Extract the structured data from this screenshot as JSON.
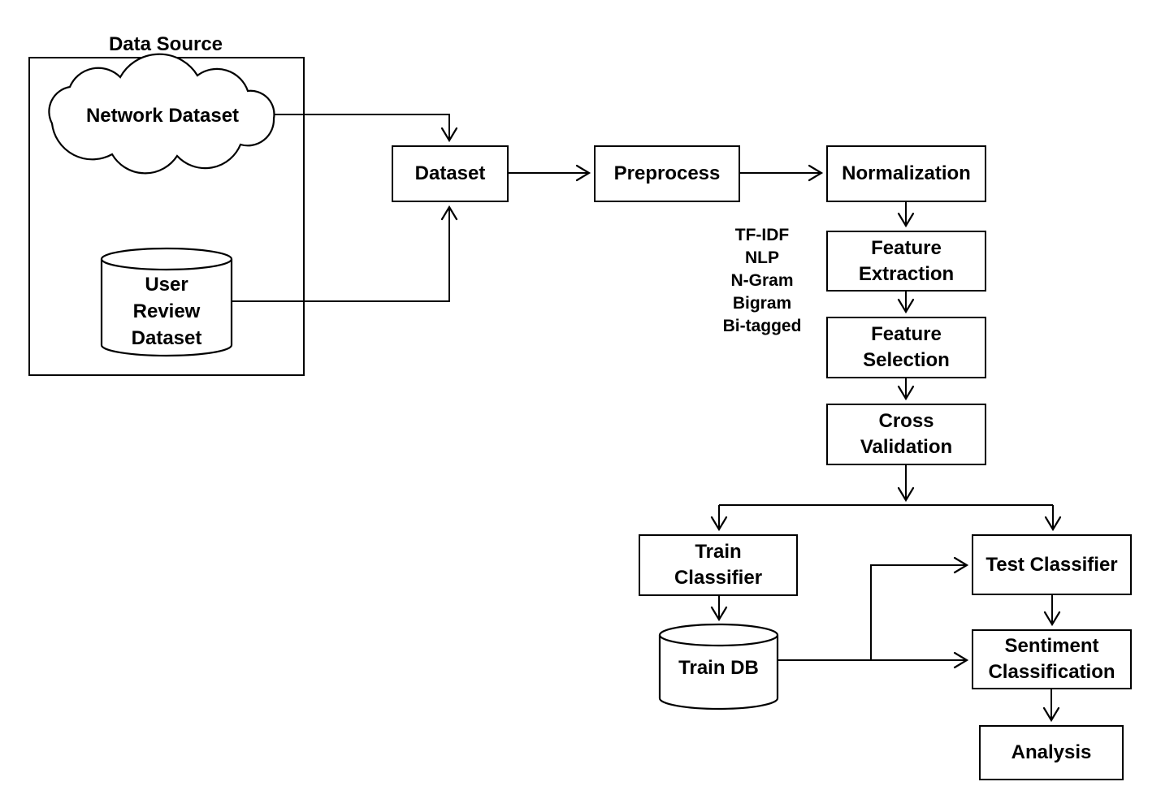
{
  "data_source": {
    "label": "Data Source",
    "cloud_label": "Network Dataset",
    "cylinder_label": "User Review Dataset"
  },
  "pipeline": {
    "dataset": "Dataset",
    "preprocess": "Preprocess",
    "normalization": "Normalization",
    "feature_extraction": "Feature Extraction",
    "feature_selection": "Feature Selection",
    "cross_validation": "Cross Validation",
    "train_classifier": "Train Classifier",
    "test_classifier": "Test Classifier",
    "train_db": "Train DB",
    "sentiment_classification": "Sentiment Classification",
    "analysis": "Analysis"
  },
  "feature_methods": [
    "TF-IDF",
    "NLP",
    "N-Gram",
    "Bigram",
    "Bi-tagged"
  ],
  "colors": {
    "stroke": "#000000",
    "background": "#ffffff",
    "text": "#000000"
  }
}
